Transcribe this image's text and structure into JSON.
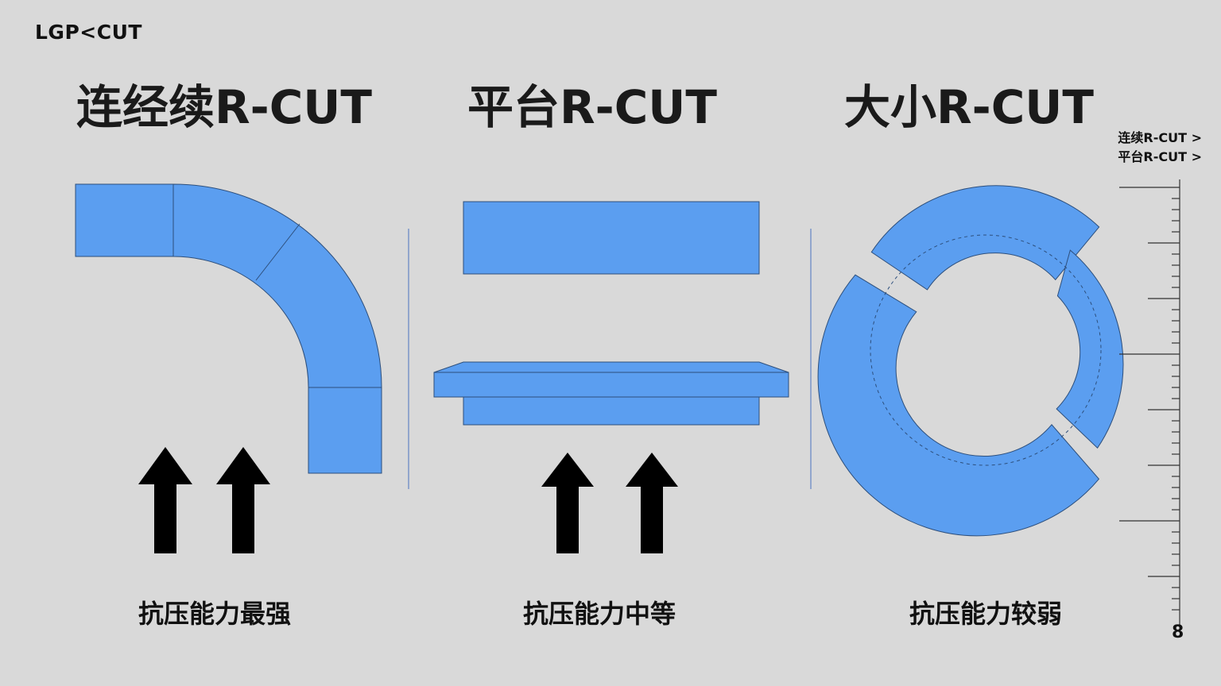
{
  "logo": "LGP<CUT",
  "titles": [
    "连经续R-CUT",
    "平台R-CUT",
    "大小R-CUT"
  ],
  "captions": [
    "抗压能力最强",
    "抗压能力中等",
    "抗压能力较弱"
  ],
  "legend": [
    "连续R-CUT >",
    "平台R-CUT >"
  ],
  "ruler_end_label": "8",
  "colors": {
    "shape_fill": "#5b9ef0",
    "shape_stroke": "#2d4f7c",
    "arrow": "#000000",
    "divider": "#7a96c8"
  }
}
